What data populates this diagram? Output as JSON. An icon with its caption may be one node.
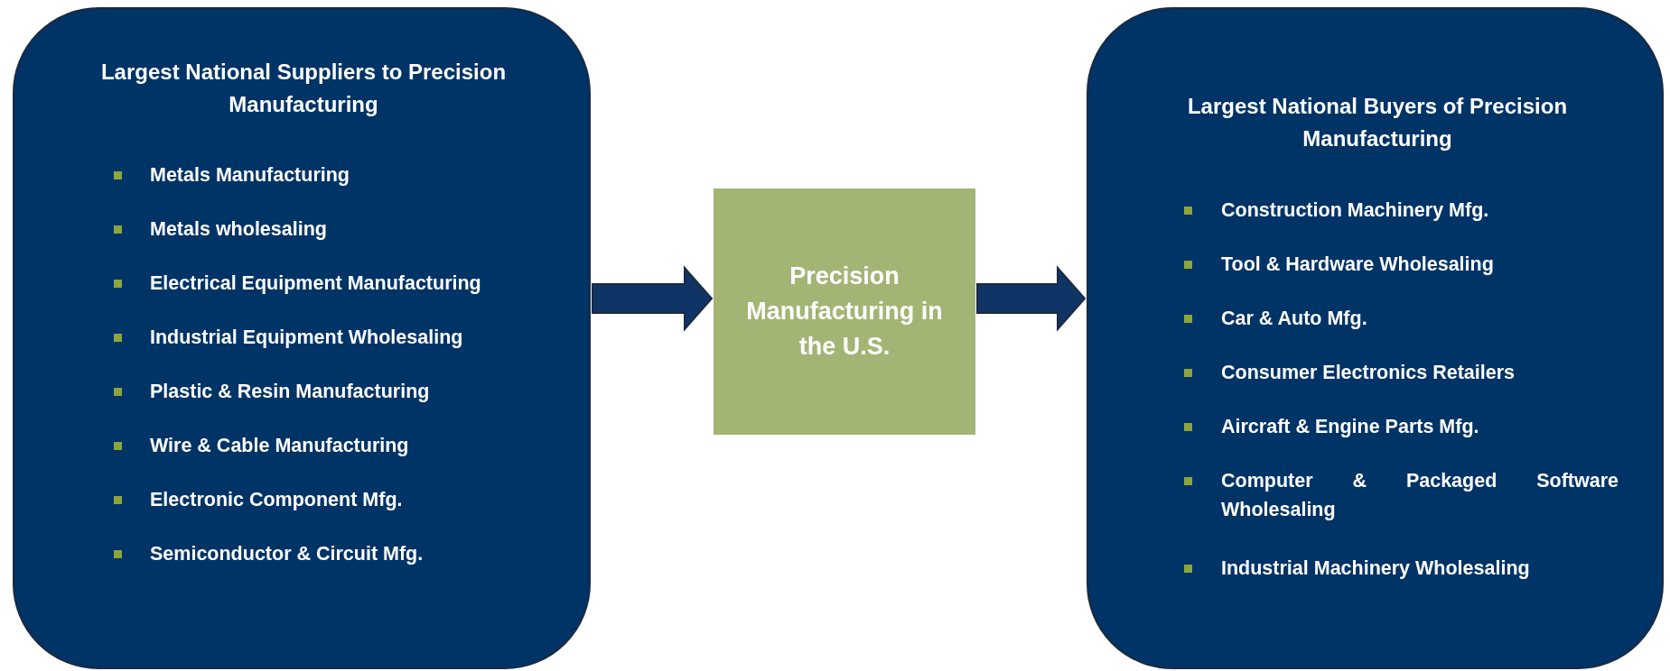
{
  "diagram": {
    "nodes": [
      {
        "text": [
          "Largest National Suppliers to Precision Manufacturing",
          "Metals Manufacturing",
          "Metals wholesaling",
          "Electrical Equipment Manufacturing",
          "Industrial Equipment Wholesaling",
          "Plastic & Resin Manufacturing",
          "Wire & Cable Manufacturing",
          "Electronic Component Mfg.",
          "Semiconductor & Circuit Mfg."
        ]
      },
      {
        "text": [
          "Precision Manufacturing in the U.S."
        ]
      },
      {
        "text": [
          "Largest National Buyers of Precision Manufacturing",
          "Construction Machinery Mfg.",
          "Tool & Hardware Wholesaling",
          "Car & Auto Mfg.",
          "Consumer Electronics Retailers",
          "Aircraft & Engine Parts Mfg.",
          "Computer & Packaged Software Wholesaling",
          "Industrial Machinery Wholesaling"
        ]
      }
    ],
    "edges": [
      {
        "from": 0,
        "to": 1,
        "arrow": "to",
        "style": "thick"
      },
      {
        "from": 1,
        "to": 2,
        "arrow": "to",
        "style": "thick"
      }
    ]
  }
}
